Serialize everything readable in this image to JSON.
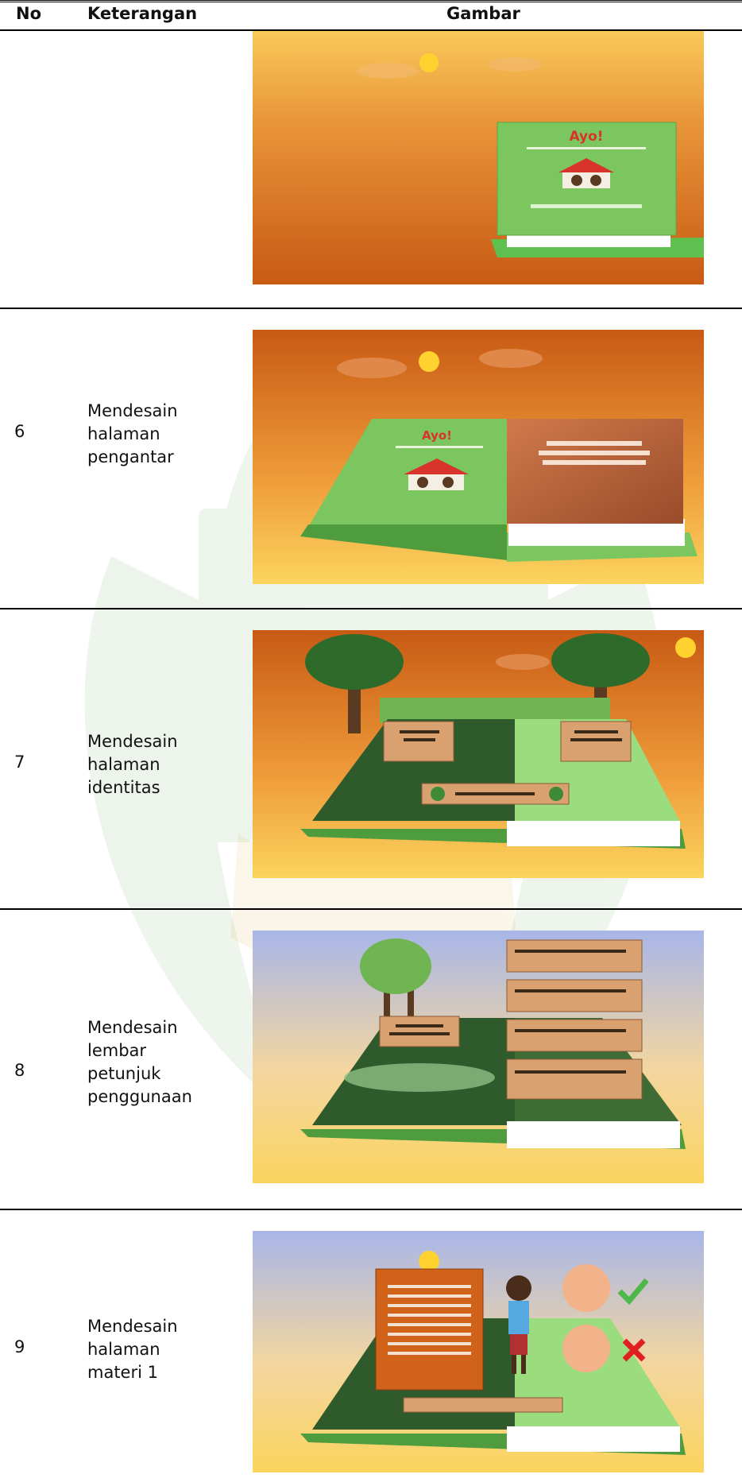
{
  "table": {
    "headers": {
      "no": "No",
      "keterangan": "Keterangan",
      "gambar": "Gambar"
    },
    "rows": [
      {
        "no": "",
        "keterangan": "",
        "slide": {
          "title": "Ayo!"
        }
      },
      {
        "no": "6",
        "keterangan": "Mendesain\nhalaman\npengantar",
        "slide": {
          "left_title": "Ayo!"
        }
      },
      {
        "no": "7",
        "keterangan": "Mendesain\nhalaman\nidentitas",
        "slide": {}
      },
      {
        "no": "8",
        "keterangan": "Mendesain\nlembar\npetunjuk\npenggunaan",
        "slide": {}
      },
      {
        "no": "9",
        "keterangan": "Mendesain\nhalaman\nmateri 1",
        "slide": {}
      }
    ]
  },
  "colors": {
    "green": "#7cc660",
    "dark_green": "#2f5a2c",
    "orange": "#d0621a",
    "yellow": "#ffd966"
  }
}
